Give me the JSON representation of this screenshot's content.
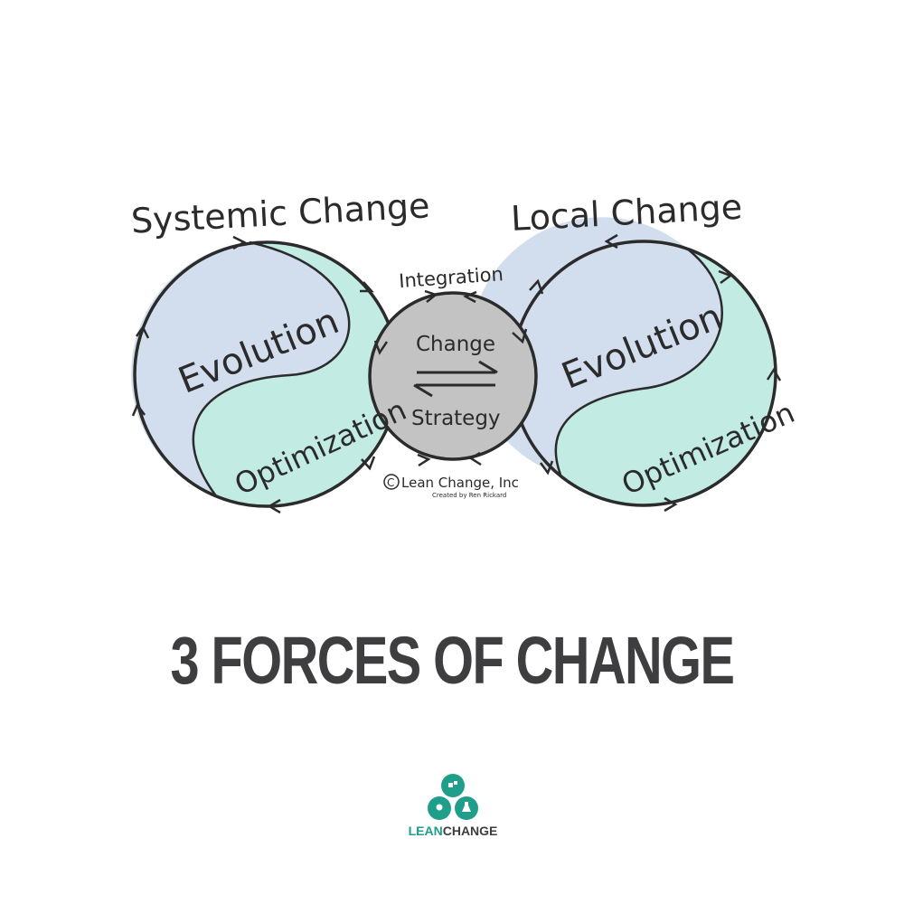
{
  "diagram": {
    "left_title": "Systemic Change",
    "right_title": "Local Change",
    "left_upper": "Evolution",
    "left_lower": "Optimization",
    "right_upper": "Evolution",
    "right_lower": "Optimization",
    "top_label": "Integration",
    "center_top": "Change",
    "center_bottom": "Strategy",
    "copyright": "Lean Change, Inc",
    "credit": "Created by Ren Rickard"
  },
  "headline": "3 FORCES OF CHANGE",
  "logo": {
    "word_lean": "LEAN",
    "word_change": "CHANGE",
    "icons": [
      "puzzle-icon",
      "lightbulb-icon",
      "flask-icon"
    ]
  },
  "colors": {
    "evolution": "#d2dded",
    "optimization": "#c2ebe4",
    "center": "#c3c3c3",
    "stroke": "#2b2b2b",
    "headline": "#3e3e40",
    "brand": "#1e9e8b"
  }
}
